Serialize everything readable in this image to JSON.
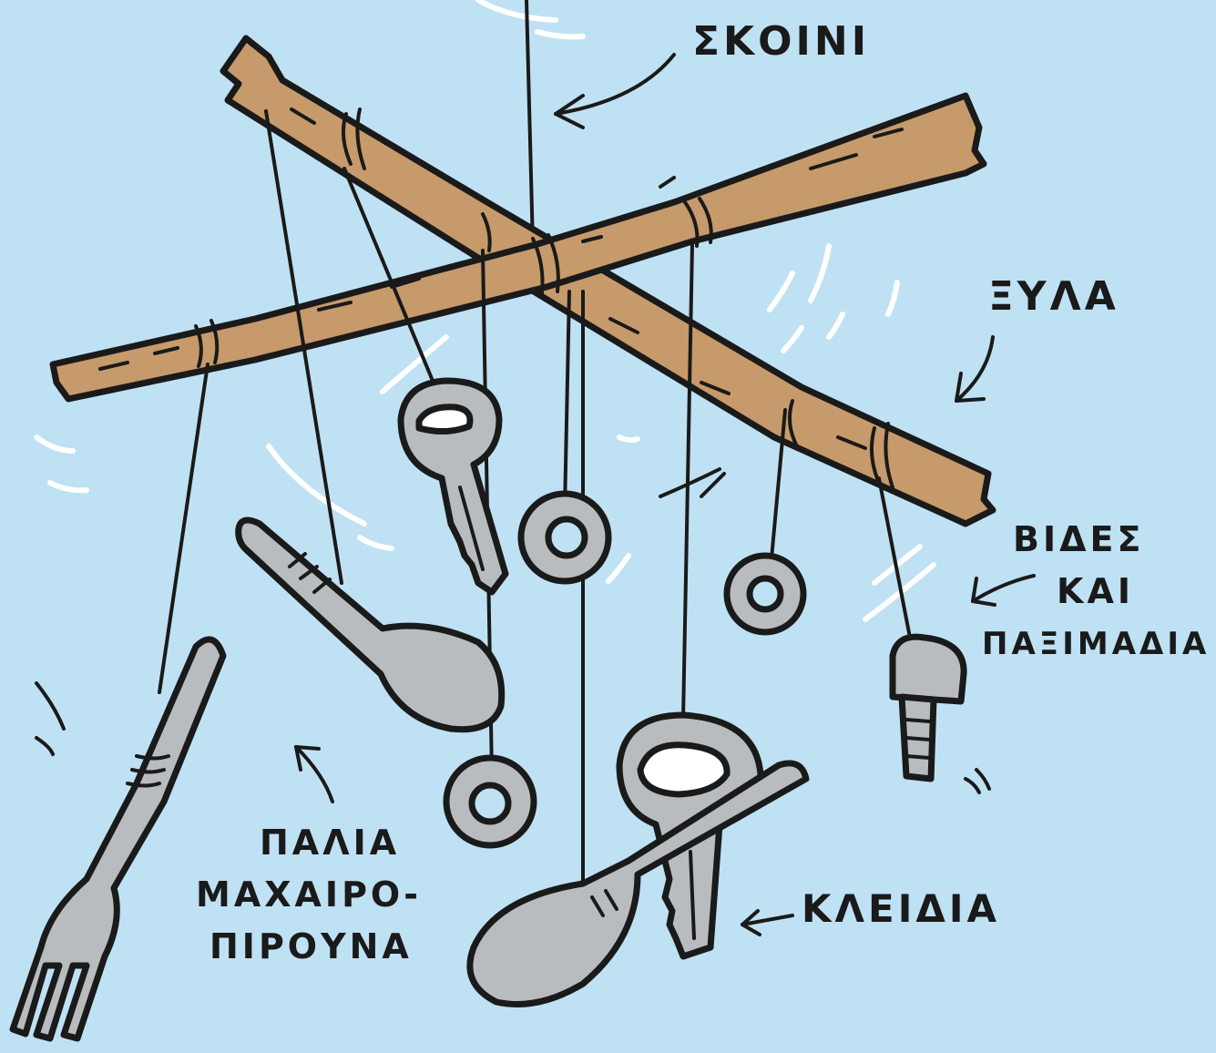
{
  "labels": {
    "rope": "ΣΚΟΙΝΙ",
    "sticks": "ΞΥΛΑ",
    "screws_line1": "ΒΙΔΕΣ",
    "screws_line2": "ΚΑΙ",
    "screws_line3": "ΠΑΞΙΜΑΔΙΑ",
    "cutlery_line1": "ΠΑΛΙΑ",
    "cutlery_line2": "ΜΑΧΑΙΡΟ-",
    "cutlery_line3": "ΠΙΡΟΥΝΑ",
    "keys": "ΚΛΕΙΔΙΑ"
  },
  "colors": {
    "background": "#bfe1f4",
    "wood": "#c79a6b",
    "metal": "#b9bcbf",
    "outline": "#1a1a1a"
  }
}
